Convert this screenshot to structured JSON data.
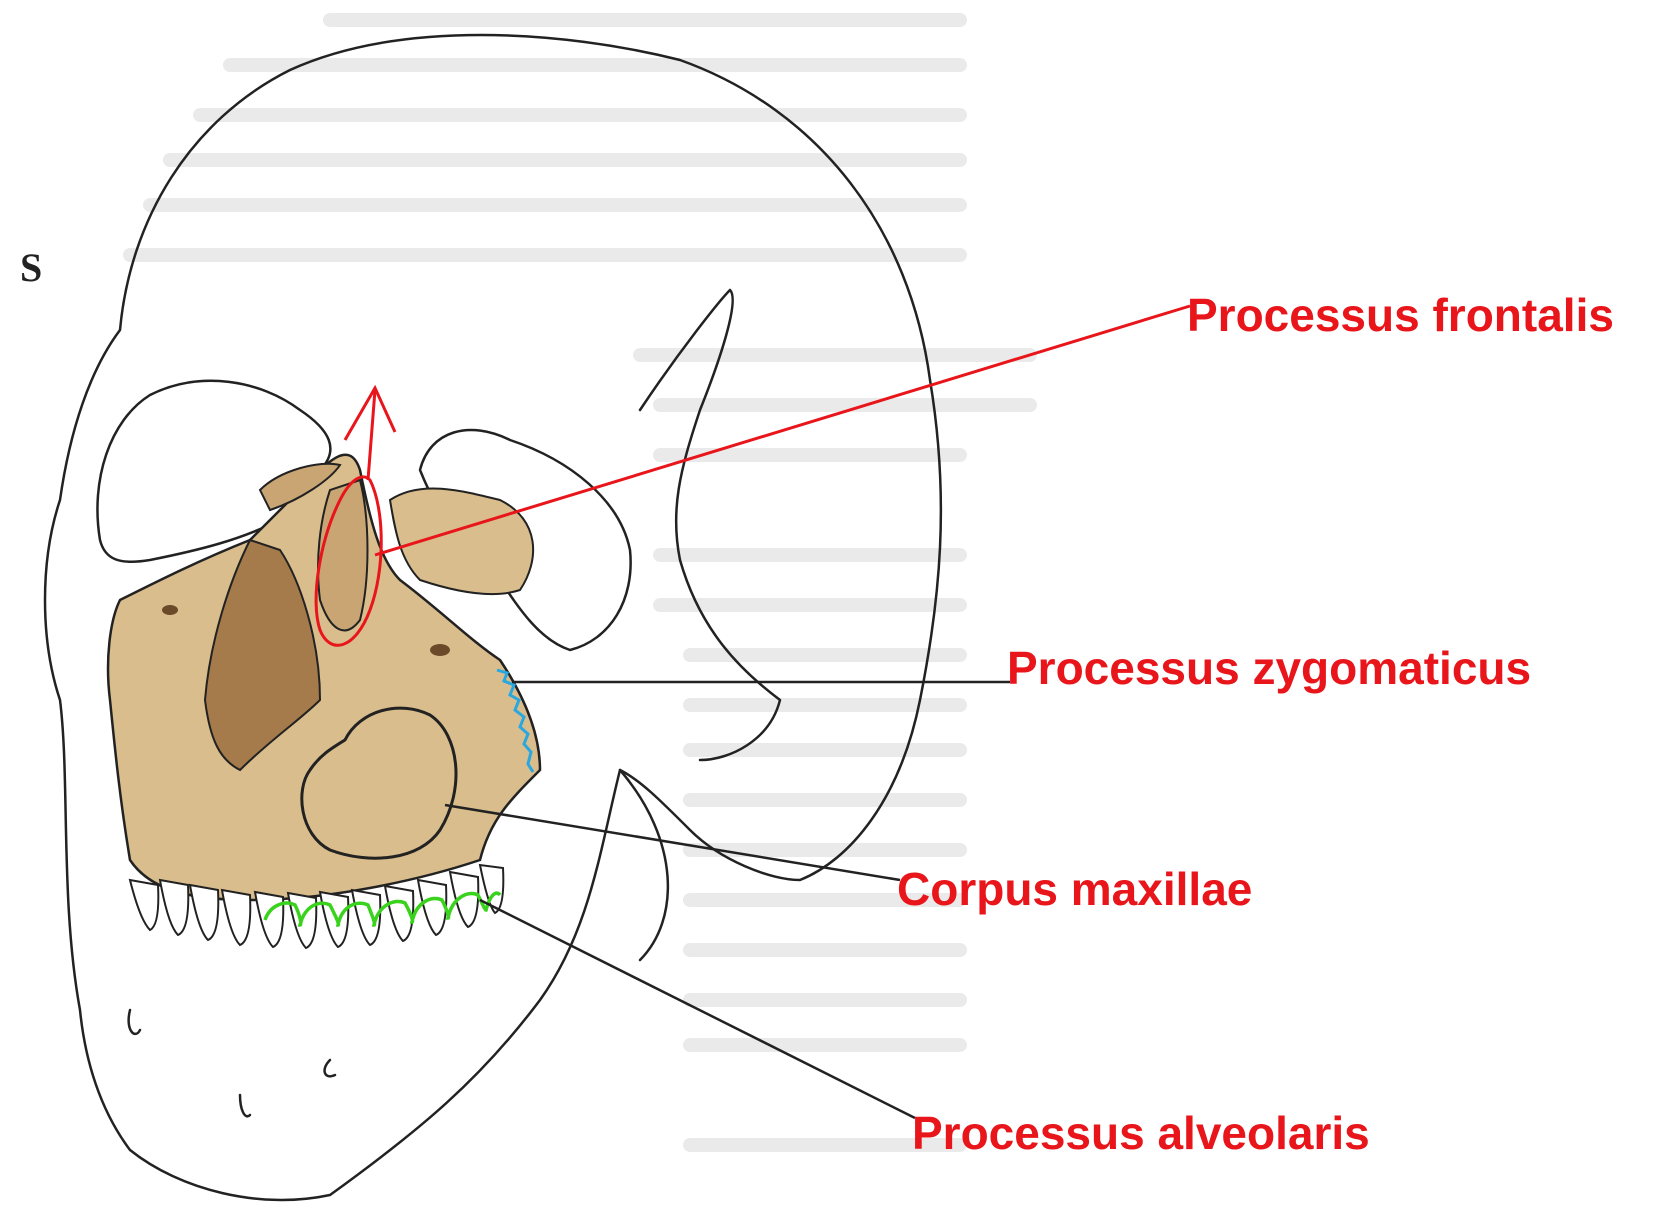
{
  "colors": {
    "label_text": "#e8151b",
    "bone_fill": "#d9bd8c",
    "bone_shadow": "#a57b4c",
    "outline": "#222222",
    "zygomatic_suture": "#29a8e0",
    "alveolar_line": "#39d21c",
    "frontal_marker": "#e8151b",
    "background_text": "#d4d4d4"
  },
  "page_corner_letter": "S",
  "labels": {
    "frontalis": "Processus frontalis",
    "zygomaticus": "Processus zygomaticus",
    "corpus": "Corpus maxillae",
    "alveolaris": "Processus alveolaris"
  },
  "icons": {
    "skull": "skull-illustration-icon",
    "arrow": "arrow-up-icon"
  }
}
